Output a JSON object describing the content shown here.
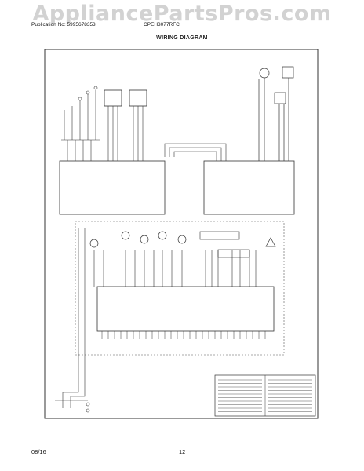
{
  "watermark": "AppliancePartsPros.com",
  "header": {
    "publication": "Publication No: 5995678353",
    "model": "CPEH3077RFC"
  },
  "title": "WIRING DIAGRAM",
  "footer": {
    "date": "08/16",
    "page": "12"
  },
  "icons": [
    "thermostat-icon",
    "relay-icon",
    "motor-icon",
    "fuse-icon",
    "ground-icon"
  ]
}
